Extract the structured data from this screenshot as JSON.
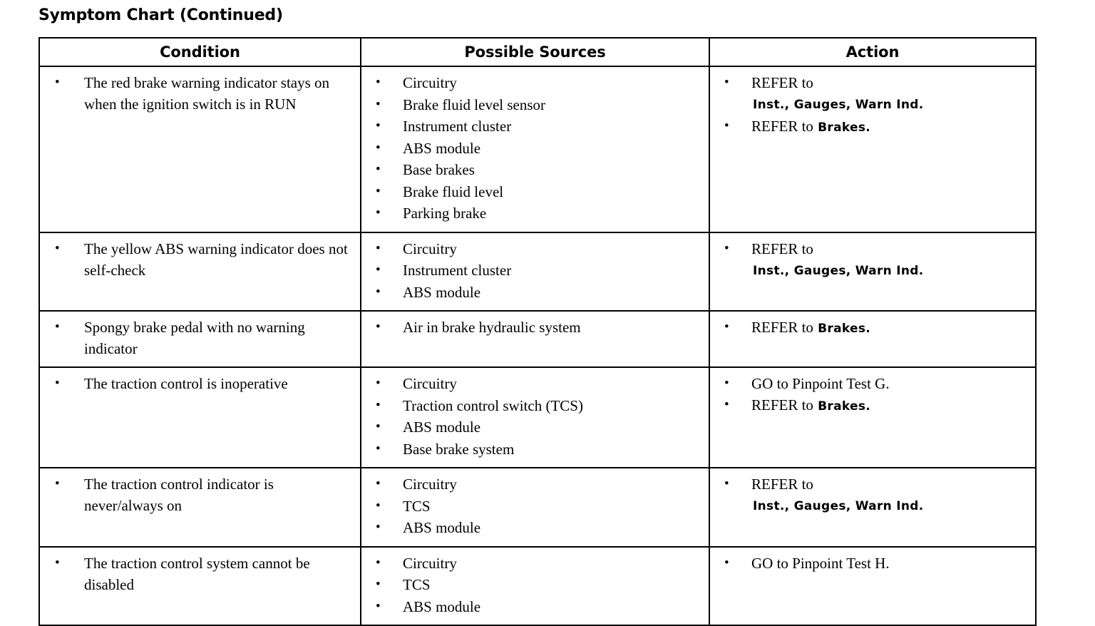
{
  "title": "Symptom Chart (Continued)",
  "table": {
    "headers": {
      "condition": "Condition",
      "sources": "Possible Sources",
      "action": "Action"
    },
    "rows": [
      {
        "condition": [
          "The red brake warning indicator stays on when the ignition switch is in RUN"
        ],
        "sources": [
          "Circuitry",
          "Brake fluid level sensor",
          "Instrument cluster",
          "ABS module",
          "Base brakes",
          "Brake fluid level",
          "Parking brake"
        ],
        "actions": [
          {
            "lead": "REFER to",
            "xref": "Inst., Gauges, Warn Ind.",
            "layout": "two-line"
          },
          {
            "lead": "REFER to",
            "xref": "Brakes.",
            "layout": "inline",
            "gap": "large"
          }
        ]
      },
      {
        "condition": [
          "The yellow ABS warning indicator does not self-check"
        ],
        "sources": [
          "Circuitry",
          "Instrument cluster",
          "ABS module"
        ],
        "actions": [
          {
            "lead": "REFER to",
            "xref": "Inst., Gauges, Warn Ind.",
            "layout": "two-line"
          }
        ]
      },
      {
        "condition": [
          "Spongy brake pedal with no warning indicator"
        ],
        "sources": [
          "Air in brake hydraulic system"
        ],
        "actions": [
          {
            "lead": "REFER to",
            "xref": "Brakes.",
            "layout": "inline"
          }
        ]
      },
      {
        "condition": [
          "The traction control is inoperative"
        ],
        "sources": [
          "Circuitry",
          "Traction control switch (TCS)",
          "ABS module",
          "Base brake system"
        ],
        "actions": [
          {
            "lead": "GO to Pinpoint Test G.",
            "xref": "",
            "layout": "plain"
          },
          {
            "lead": "REFER to",
            "xref": "Brakes.",
            "layout": "inline",
            "gap": "medium"
          }
        ]
      },
      {
        "condition": [
          "The traction control indicator is never/always on"
        ],
        "sources": [
          "Circuitry",
          "TCS",
          "ABS module"
        ],
        "actions": [
          {
            "lead": "REFER to",
            "xref": "Inst., Gauges, Warn Ind.",
            "layout": "two-line"
          }
        ]
      },
      {
        "condition": [
          "The traction control system cannot be disabled"
        ],
        "sources": [
          "Circuitry",
          "TCS",
          "ABS module"
        ],
        "actions": [
          {
            "lead": "GO to Pinpoint Test H.",
            "xref": "",
            "layout": "plain"
          }
        ]
      }
    ]
  },
  "colors": {
    "text": "#000000",
    "background": "#ffffff",
    "border": "#000000"
  }
}
